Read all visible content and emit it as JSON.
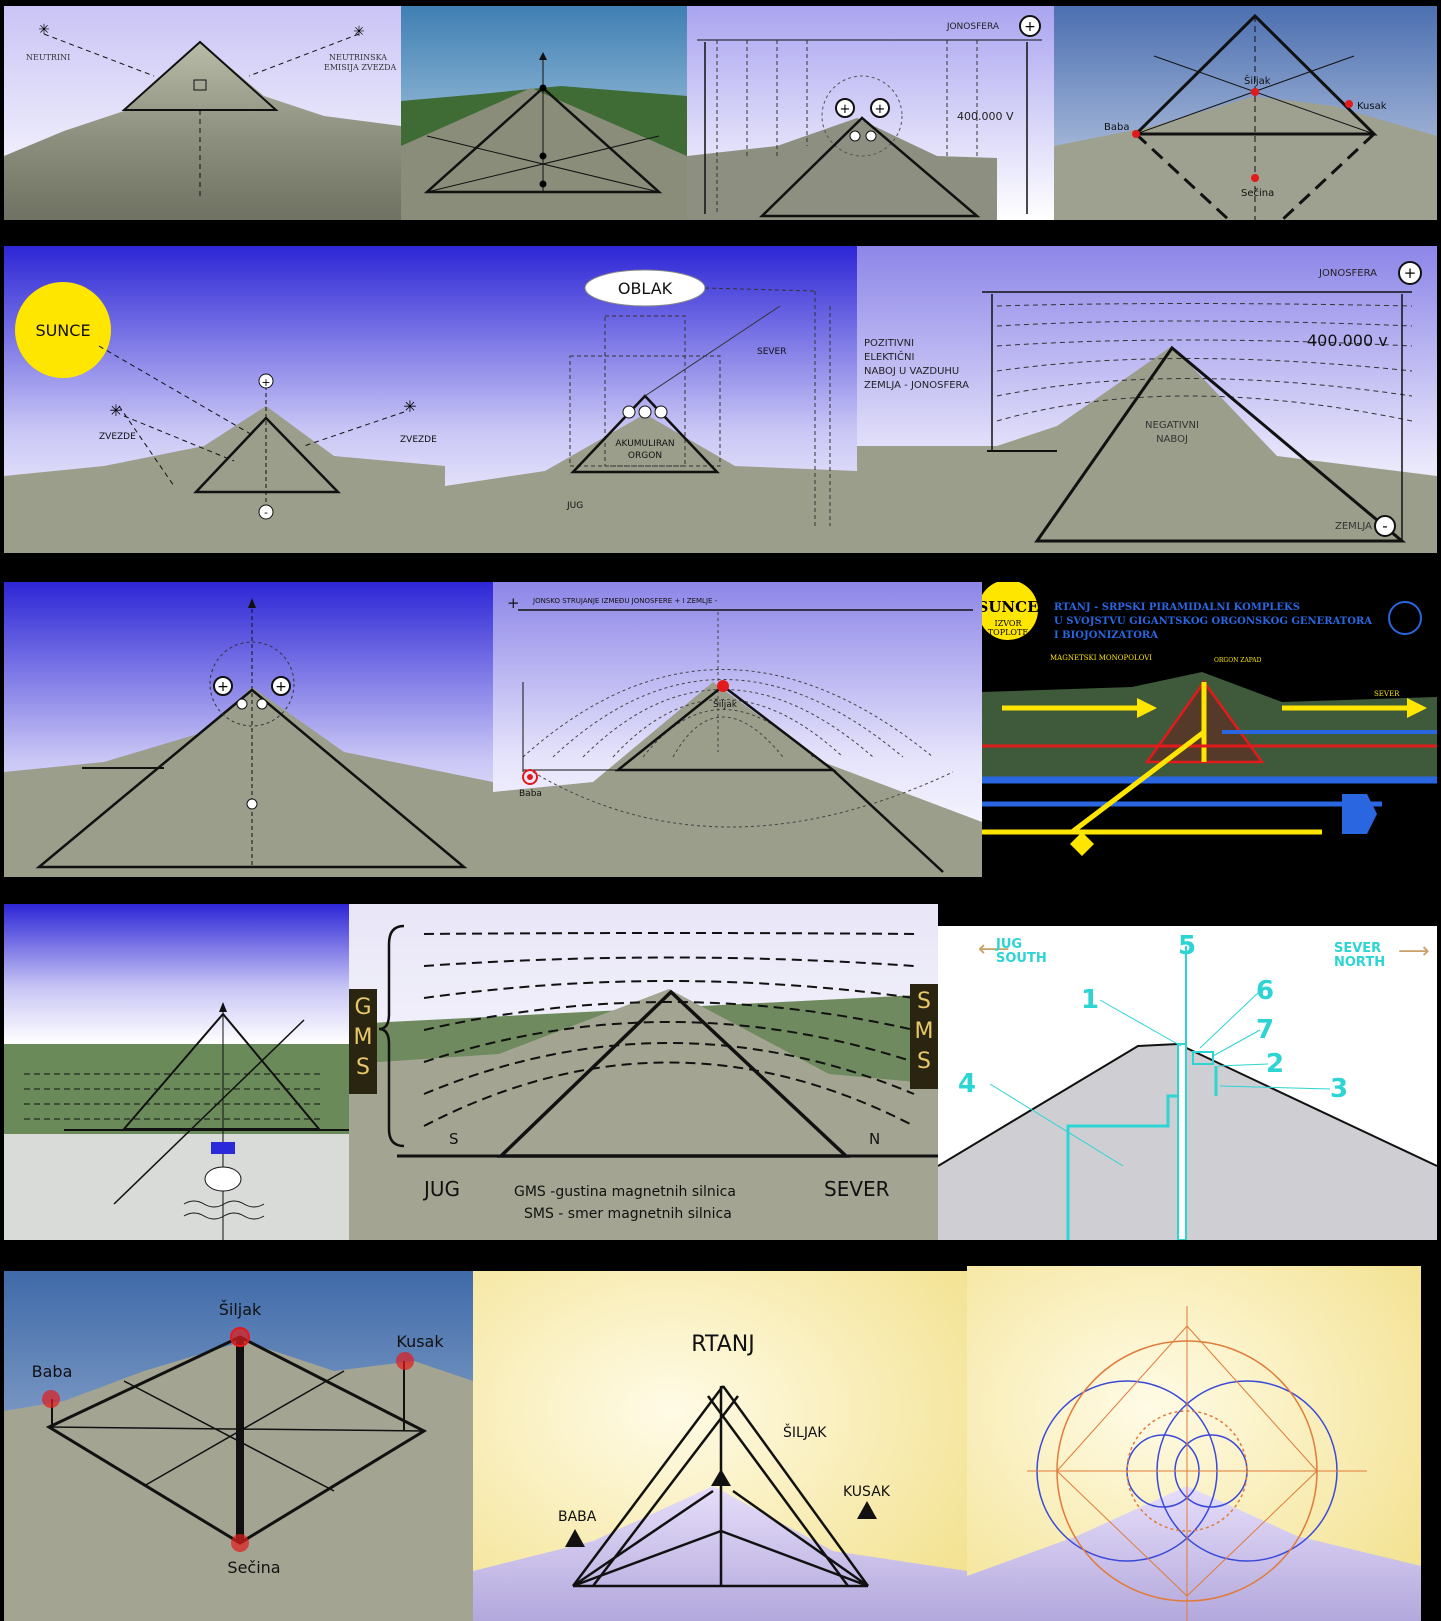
{
  "p1": {
    "neutrini": "NEUTRINI",
    "neutrinska": "NEUTRINSKA",
    "emisija": "EMISIJA ZVEZDA"
  },
  "p3": {
    "jonosfera": "JONOSFERA",
    "voltage": "400.000 V"
  },
  "p4": {
    "siljak": "Šiljak",
    "kusak": "Kusak",
    "baba": "Baba",
    "secina": "Sečina"
  },
  "p5": {
    "sunce": "SUNCE",
    "zvezde_left": "ZVEZDE",
    "zvezde_right": "ZVEZDE"
  },
  "p6": {
    "oblak": "OBLAK",
    "sever": "SEVER",
    "jug": "JUG",
    "akumuliran": "AKUMULIRAN",
    "orgon": "ORGON"
  },
  "p7": {
    "jonosfera": "JONOSFERA",
    "voltage": "400.000 v",
    "pozitivni_lines": [
      "POZITIVNI",
      "ELEKTIČNI",
      "NABOJ U VAZDUHU",
      "ZEMLJA - JONOSFERA"
    ],
    "negativni": "NEGATIVNI",
    "naboj": "NABOJ",
    "zemlja": "ZEMLJA"
  },
  "p9": {
    "header": "JONSKO STRUJANJE IZMEĐU JONOSFERE + I ZEMLJE -",
    "siljak": "Šiljak",
    "baba": "Baba"
  },
  "p10": {
    "sunce": "SUNCE",
    "izvor": "IZVOR",
    "toplote": "TOPLOTE",
    "title_lines": [
      "RTANJ - SRPSKI PIRAMIDALNI KOMPLEKS",
      "U SVOJSTVU GIGANTSKOG ORGONSKOG GENERATORA",
      "I BIOJONIZATORA"
    ],
    "magnetski": "MAGNETSKI MONOPOLOVI",
    "orgon_zapad": "ORGON ZAPAD",
    "sever": "SEVER"
  },
  "p12": {
    "gms_letters": [
      "G",
      "M",
      "S"
    ],
    "sms_letters": [
      "S",
      "M",
      "S"
    ],
    "s": "S",
    "n": "N",
    "jug": "JUG",
    "sever": "SEVER",
    "legend1": "GMS -gustina magnetnih silnica",
    "legend2": "SMS - smer magnetnih silnica"
  },
  "p13": {
    "jug": "JUG",
    "south": "SOUTH",
    "sever": "SEVER",
    "north": "NORTH",
    "numbers": [
      "1",
      "2",
      "3",
      "4",
      "5",
      "6",
      "7"
    ]
  },
  "p14": {
    "siljak": "Šiljak",
    "baba": "Baba",
    "kusak": "Kusak",
    "secina": "Sečina"
  },
  "p15": {
    "rtanj": "RTANJ",
    "siljak": "ŠILJAK",
    "baba": "BABA",
    "kusak": "KUSAK"
  },
  "colors": {
    "sky_top": "#8d86e8",
    "sky_bottom": "#ffffff",
    "sun": "#ffe600",
    "cyan": "#2dd4d4",
    "accent_red": "#e11b1b"
  }
}
